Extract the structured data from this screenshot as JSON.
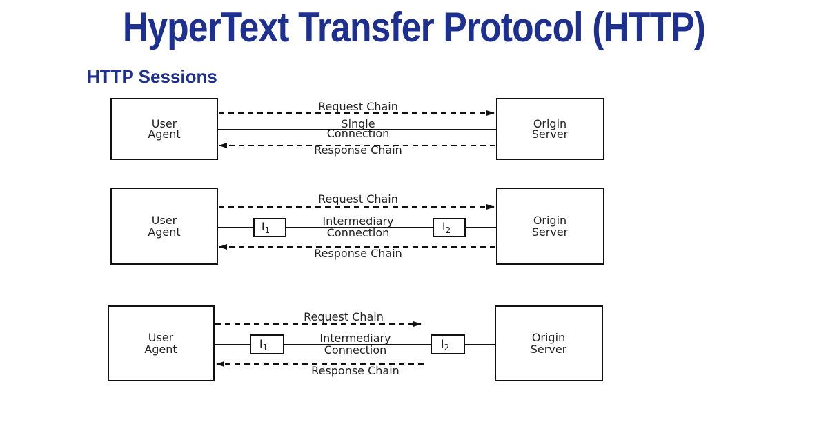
{
  "title": "HyperText Transfer Protocol (HTTP)",
  "subtitle": "HTTP Sessions",
  "labels": {
    "user_agent_1": "User",
    "user_agent_2": "Agent",
    "origin_server_1": "Origin",
    "origin_server_2": "Server",
    "request_chain": "Request Chain",
    "response_chain": "Response Chain",
    "single_1": "Single",
    "single_2": "Connection",
    "intermediary_1": "Intermediary",
    "intermediary_2": "Connection",
    "i_letter": "I",
    "i1_sub": "1",
    "i2_sub": "2"
  }
}
